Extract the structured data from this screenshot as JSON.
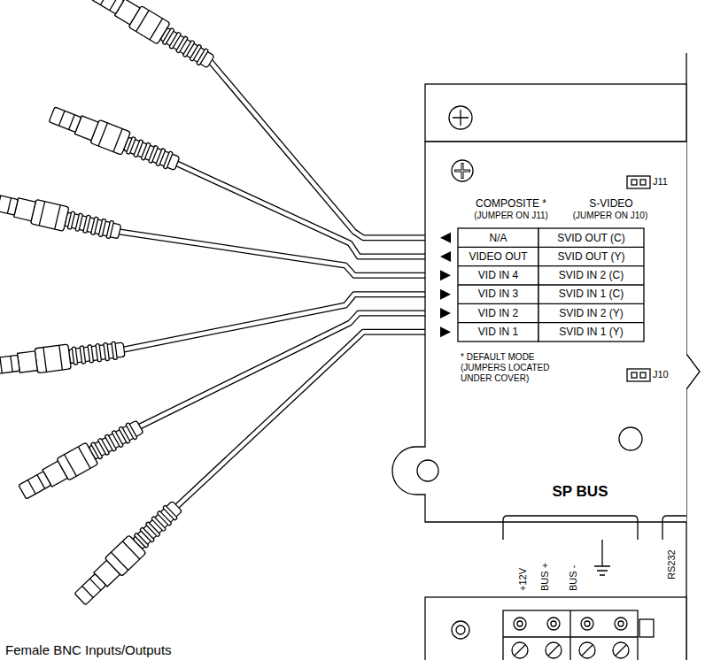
{
  "diagram": {
    "caption": "Female BNC Inputs/Outputs",
    "labels": [
      "J11",
      "COMPOSITE *",
      "(JUMPER ON J11)",
      "S-VIDEO",
      "(JUMPER ON J10)",
      "N/A",
      "SVID OUT (C)",
      "VIDEO OUT",
      "SVID OUT (Y)",
      "VID IN 4",
      "SVID IN 2 (C)",
      "VID IN 3",
      "SVID IN 1 (C)",
      "VID IN 2",
      "SVID IN 2 (Y)",
      "VID IN 1",
      "SVID IN 1 (Y)",
      "* DEFAULT MODE (JUMPERS LOCATED UNDER COVER)",
      "J10",
      "SP BUS",
      "+12V",
      "BUS +",
      "BUS -",
      "RS232"
    ]
  }
}
